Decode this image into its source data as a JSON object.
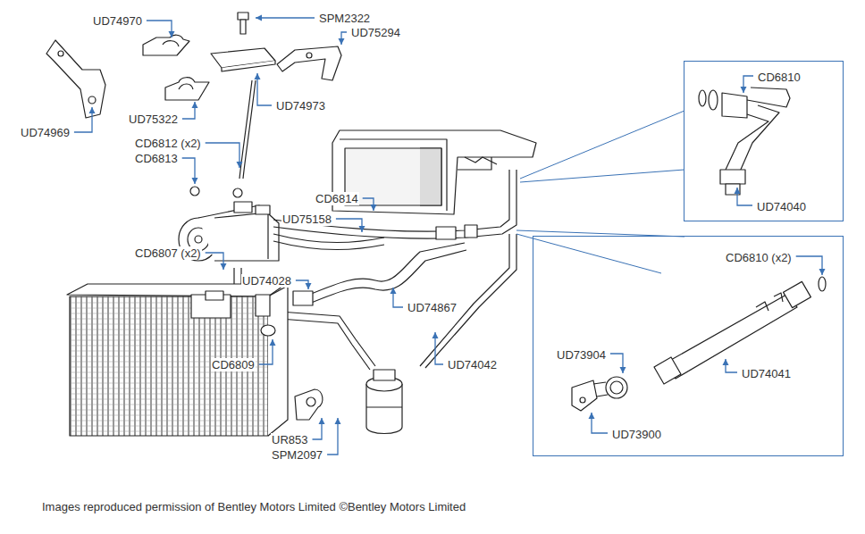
{
  "diagram": {
    "caption": "Images reproduced permission of Bentley Motors Limited ©Bentley Motors Limited",
    "nodes": [
      {
        "text": [
          "CD6810",
          "UD74040"
        ]
      },
      {
        "text": [
          "CD6810 (x2)",
          "UD73904",
          "UD74041",
          "UD73900"
        ]
      }
    ],
    "edges": [],
    "labels": [
      "UD74970",
      "SPM2322",
      "UD75294",
      "UD74969",
      "UD75322",
      "UD74973",
      "CD6812 (x2)",
      "CD6813",
      "CD6814",
      "UD75158",
      "CD6807 (x2)",
      "UD74028",
      "UD74867",
      "CD6809",
      "UD74042",
      "UR853",
      "SPM2097"
    ]
  }
}
